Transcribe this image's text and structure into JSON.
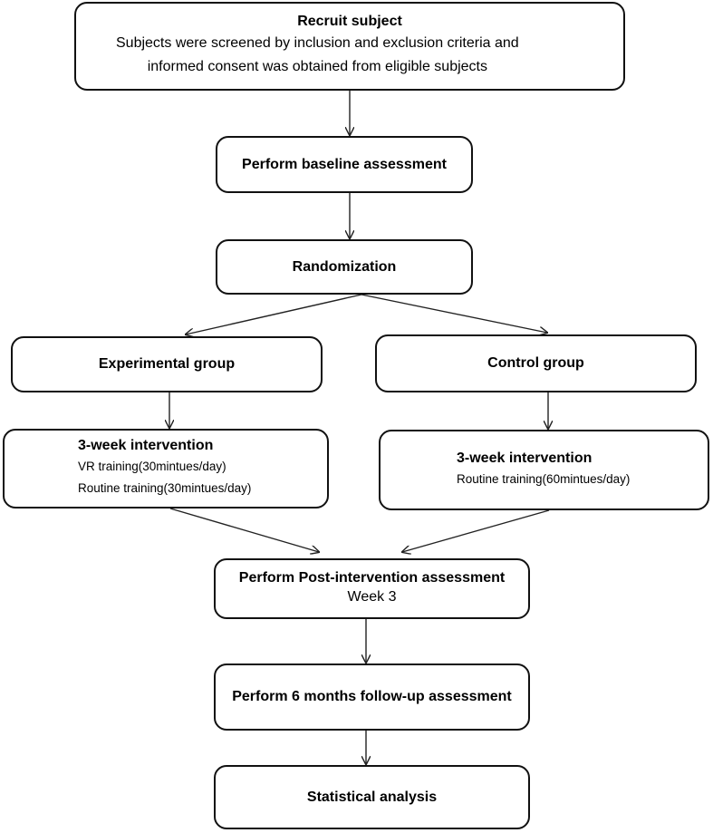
{
  "recruit": {
    "title": "Recruit subject",
    "desc_line1": "Subjects were screened by inclusion and exclusion criteria and",
    "desc_line2": "informed consent was obtained from eligible subjects"
  },
  "baseline": "Perform baseline assessment",
  "randomization": "Randomization",
  "experimental_group": "Experimental group",
  "control_group": "Control group",
  "intervention_experimental": {
    "title": "3-week intervention",
    "line1": "VR training(30mintues/day)",
    "line2": "Routine training(30mintues/day)"
  },
  "intervention_control": {
    "title": "3-week intervention",
    "line1": "Routine training(60mintues/day)"
  },
  "post_assessment": {
    "title": "Perform Post-intervention assessment",
    "subtitle": "Week 3"
  },
  "followup": "Perform 6 months follow-up assessment",
  "analysis": "Statistical analysis"
}
